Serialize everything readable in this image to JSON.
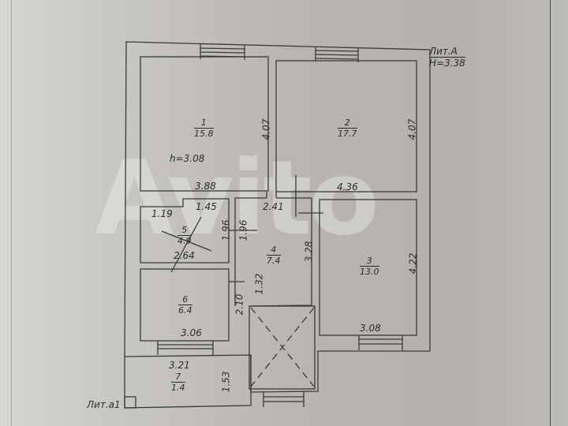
{
  "document": {
    "type": "floor plan",
    "building_label": {
      "name": "Лит.А",
      "height": "H=3.38"
    },
    "annex_label": "Лит.а1",
    "ceiling_height": "h=3.08",
    "watermark": "Avito"
  },
  "rooms": [
    {
      "number": "1",
      "area": "15.8",
      "width": "3.88",
      "depth": "4.07"
    },
    {
      "number": "2",
      "area": "17.7",
      "width": "4.36",
      "depth": "4.07"
    },
    {
      "number": "3",
      "area": "13.0",
      "width": "3.08",
      "depth": "4.22"
    },
    {
      "number": "4",
      "area": "7.4",
      "width": "2.41",
      "depth": "3.28"
    },
    {
      "number": "5",
      "area": "4.9",
      "width_top": "1.45",
      "width_bottom": "2.64",
      "depth": "1.96",
      "notch": "1.19"
    },
    {
      "number": "6",
      "area": "6.4",
      "width": "3.06",
      "depth": "2.10"
    },
    {
      "number": "7",
      "area": "1.4",
      "width": "3.21",
      "depth": "1.53"
    }
  ],
  "dimensions": {
    "corridor_wall": "1.96",
    "corridor_lower": "1.32"
  },
  "colors": {
    "paper": "#c2c0bc",
    "lines": "#3a3936"
  }
}
